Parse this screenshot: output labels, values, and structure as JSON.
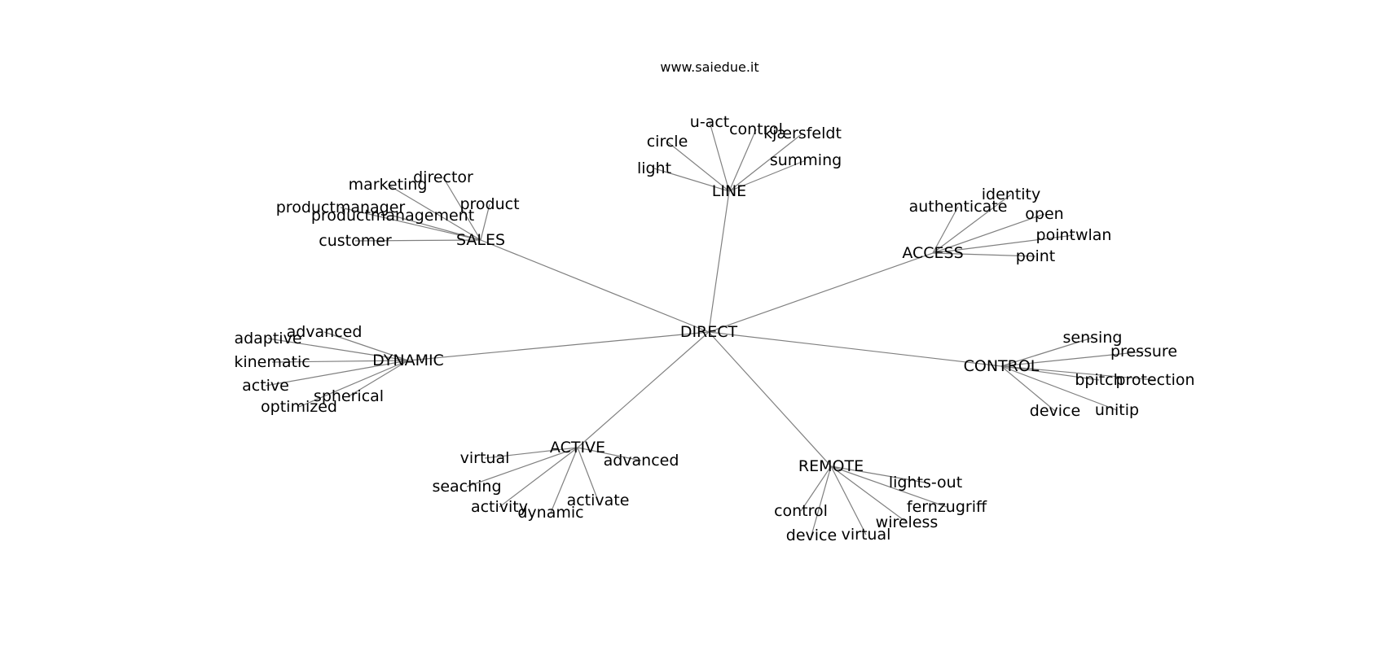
{
  "header": {
    "title": "www.saiedue.it"
  },
  "graph": {
    "center": "DIRECT",
    "hubs": [
      {
        "label": "LINE",
        "children": [
          "circle",
          "u-act",
          "control",
          "kjærsfeldt",
          "light",
          "summing"
        ]
      },
      {
        "label": "SALES",
        "children": [
          "director",
          "marketing",
          "product",
          "productmanager",
          "productmanagement",
          "customer"
        ]
      },
      {
        "label": "ACCESS",
        "children": [
          "identity",
          "authenticate",
          "open",
          "pointwlan",
          "point"
        ]
      },
      {
        "label": "DYNAMIC",
        "children": [
          "advanced",
          "adaptive",
          "kinematic",
          "active",
          "spherical",
          "optimized"
        ]
      },
      {
        "label": "CONTROL",
        "children": [
          "sensing",
          "pressure",
          "bpitch",
          "protection",
          "device",
          "unitip"
        ]
      },
      {
        "label": "ACTIVE",
        "children": [
          "virtual",
          "advanced",
          "seaching",
          "activity",
          "dynamic",
          "activate"
        ]
      },
      {
        "label": "REMOTE",
        "children": [
          "lights-out",
          "fernzugriff",
          "wireless",
          "control",
          "device",
          "virtual"
        ]
      }
    ]
  }
}
